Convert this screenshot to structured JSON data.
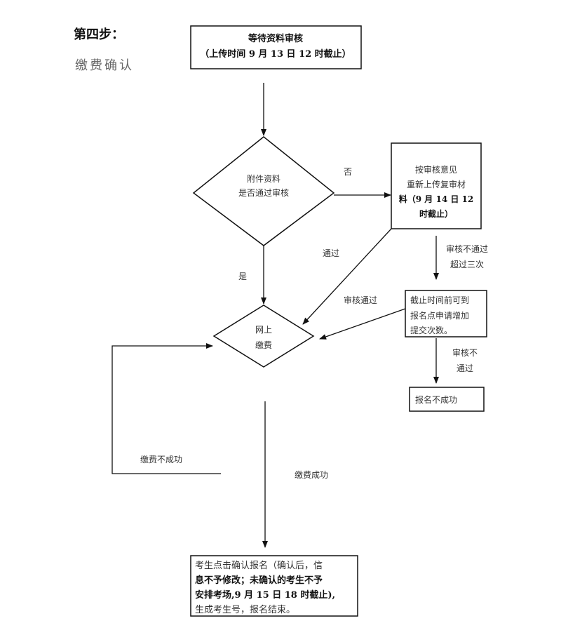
{
  "header": {
    "step": "第四步：",
    "subtitle": "缴费确认"
  },
  "nodes": {
    "wait_review": [
      "等待资料审核",
      "（上传时间 9 月 13 日 12 时截止）"
    ],
    "decision_review": [
      "附件资料",
      "是否通过审核"
    ],
    "reupload": [
      "按审核意见",
      "重新上传复审材",
      "料（9 月 14 日 12",
      "时截止）"
    ],
    "pay_online": [
      "网上",
      "缴费"
    ],
    "apply_more": [
      "截止时间前可到",
      "报名点申请增加",
      "提交次数。"
    ],
    "fail": "报名不成功",
    "confirm": [
      "考生点击确认报名（确认后，信",
      "息不予修改；未确认的考生不予",
      "安排考场,9 月 15 日 18 时截止),",
      "生成考生号，报名结束。"
    ]
  },
  "edges": {
    "no": "否",
    "yes": "是",
    "pass": "通过",
    "review_pass": "审核通过",
    "fail_three": [
      "审核不通过",
      "超过三次"
    ],
    "fail_again": [
      "审核不",
      "通过"
    ],
    "pay_fail": "缴费不成功",
    "pay_success": "缴费成功"
  }
}
